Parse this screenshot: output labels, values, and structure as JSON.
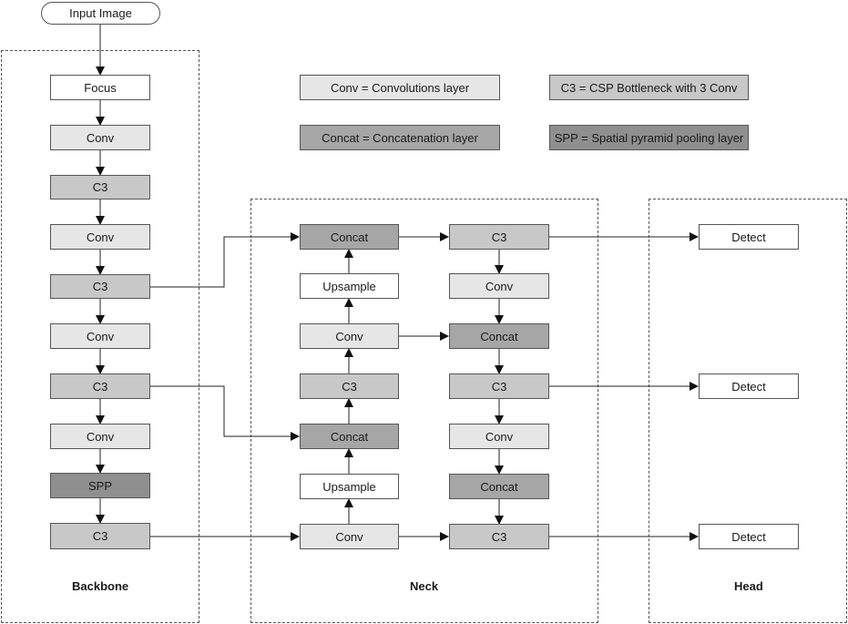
{
  "input": "Input Image",
  "legend": {
    "conv": "Conv = Convolutions layer",
    "c3": "C3 = CSP Bottleneck with 3 Conv",
    "concat": "Concat = Concatenation layer",
    "spp": "SPP = Spatial pyramid pooling layer"
  },
  "sections": {
    "backbone": "Backbone",
    "neck": "Neck",
    "head": "Head"
  },
  "backbone": [
    "Focus",
    "Conv",
    "C3",
    "Conv",
    "C3",
    "Conv",
    "C3",
    "Conv",
    "SPP",
    "C3"
  ],
  "neck": {
    "left": [
      "Concat",
      "Upsample",
      "Conv",
      "C3",
      "Concat",
      "Upsample",
      "Conv"
    ],
    "right": [
      "C3",
      "Conv",
      "Concat",
      "C3",
      "Conv",
      "Concat",
      "C3"
    ]
  },
  "head": [
    "Detect",
    "Detect",
    "Detect"
  ]
}
